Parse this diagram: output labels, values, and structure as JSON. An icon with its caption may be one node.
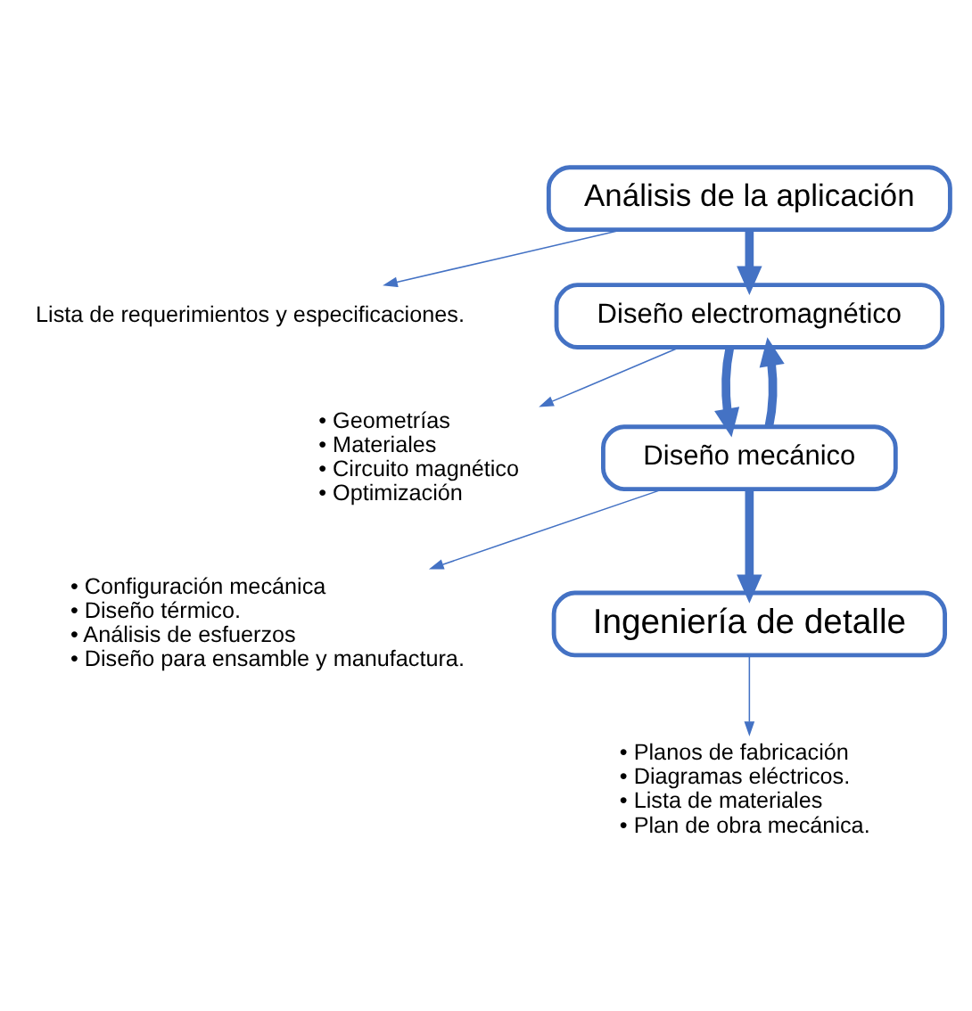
{
  "diagram": {
    "nodes": [
      {
        "text": [
          "Análisis de la aplicación"
        ]
      },
      {
        "text": [
          "Lista de requerimientos y especificaciones."
        ]
      },
      {
        "text": [
          "Diseño electromagnético"
        ]
      },
      {
        "text": [
          "• Geometrías",
          "• Materiales",
          "• Circuito magnético",
          "• Optimización"
        ]
      },
      {
        "text": [
          "Diseño mecánico"
        ]
      },
      {
        "text": [
          "• Configuración mecánica",
          "• Diseño térmico.",
          "• Análisis de esfuerzos",
          "• Diseño para ensamble y manufactura."
        ]
      },
      {
        "text": [
          "Ingeniería de detalle"
        ]
      },
      {
        "text": [
          "• Planos de fabricación",
          "• Diagramas eléctricos.",
          "• Lista de materiales",
          "• Plan de obra mecánica."
        ]
      }
    ],
    "edges": [
      {
        "from": 0,
        "to": 2,
        "arrow": "to",
        "style": "thick"
      },
      {
        "from": 0,
        "to": 1,
        "arrow": "to"
      },
      {
        "from": 2,
        "to": 4,
        "arrow": "to",
        "style": "thick"
      },
      {
        "from": 4,
        "to": 2,
        "arrow": "to",
        "style": "thick"
      },
      {
        "from": 2,
        "to": 3,
        "arrow": "to"
      },
      {
        "from": 4,
        "to": 6,
        "arrow": "to",
        "style": "thick"
      },
      {
        "from": 4,
        "to": 5,
        "arrow": "to"
      },
      {
        "from": 6,
        "to": 7,
        "arrow": "to"
      }
    ]
  }
}
